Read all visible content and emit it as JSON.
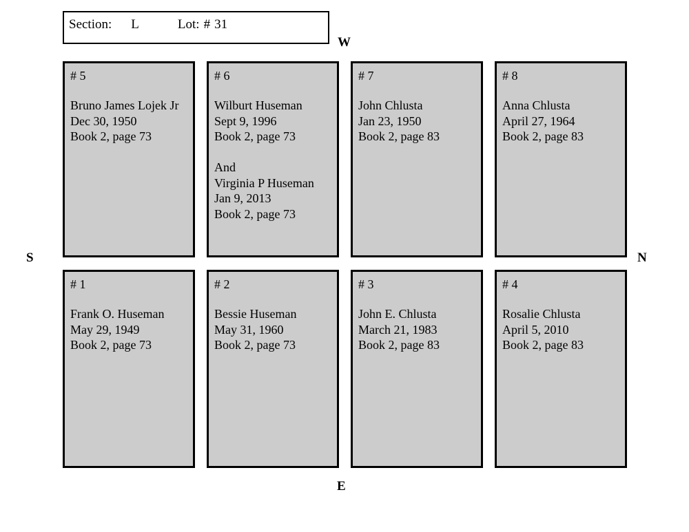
{
  "header": {
    "section_label": "Section:",
    "section_value": "L",
    "lot_label": "Lot:",
    "lot_hash": "#",
    "lot_value": "31"
  },
  "compass": {
    "north": "N",
    "south": "S",
    "east": "E",
    "west": "W"
  },
  "grid": {
    "rows": [
      {
        "row_name": "top-row",
        "cells": [
          {
            "number": "# 5",
            "lines": [
              "Bruno James Lojek Jr",
              "Dec 30, 1950",
              "Book 2, page 73"
            ]
          },
          {
            "number": "# 6",
            "lines": [
              "Wilburt Huseman",
              "Sept 9, 1996",
              "Book 2, page 73",
              "",
              "And",
              "Virginia P Huseman",
              "Jan 9, 2013",
              "Book 2, page 73"
            ]
          },
          {
            "number": "# 7",
            "lines": [
              "John Chlusta",
              "Jan 23, 1950",
              "Book 2, page 83"
            ]
          },
          {
            "number": "# 8",
            "lines": [
              "Anna Chlusta",
              "April 27, 1964",
              "Book 2, page 83"
            ]
          }
        ]
      },
      {
        "row_name": "bottom-row",
        "cells": [
          {
            "number": "# 1",
            "lines": [
              "Frank O. Huseman",
              "May 29, 1949",
              "Book 2, page 73"
            ]
          },
          {
            "number": "# 2",
            "lines": [
              "Bessie Huseman",
              "May 31, 1960",
              "Book 2, page 73"
            ]
          },
          {
            "number": "# 3",
            "lines": [
              "John E. Chlusta",
              "March 21, 1983",
              "Book 2, page 83"
            ]
          },
          {
            "number": "# 4",
            "lines": [
              "Rosalie Chlusta",
              "April 5, 2010",
              "Book 2, page 83"
            ]
          }
        ]
      }
    ]
  },
  "colors": {
    "plot_fill": "#cccccc",
    "border": "#000000",
    "page_background": "#ffffff",
    "text": "#000000"
  }
}
